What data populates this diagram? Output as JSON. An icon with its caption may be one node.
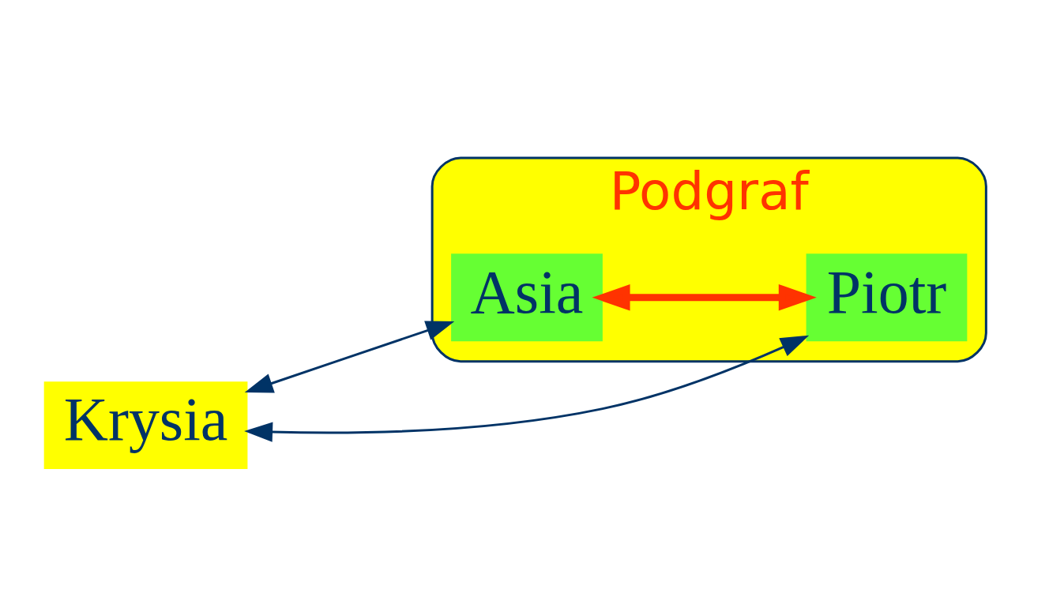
{
  "diagram": {
    "nodes": [
      {
        "text": [
          "Podgraf"
        ]
      },
      {
        "text": [
          "Asia"
        ],
        "in": 0
      },
      {
        "text": [
          "Piotr"
        ],
        "in": 0
      },
      {
        "text": [
          "Krysia"
        ]
      }
    ],
    "edges": [
      {
        "from": 3,
        "to": 1,
        "arrow": "both"
      },
      {
        "from": 3,
        "to": 2,
        "arrow": "both"
      },
      {
        "from": 1,
        "to": 2,
        "arrow": "both",
        "style": "thick",
        "color": "#ff3300"
      }
    ]
  }
}
